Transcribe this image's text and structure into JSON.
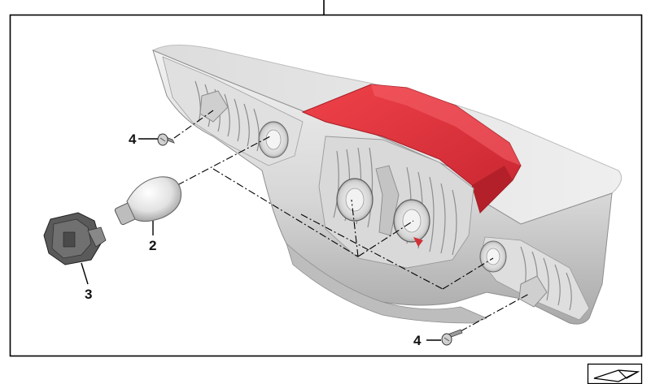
{
  "callouts": {
    "screw_upper": "4",
    "bulb": "2",
    "socket": "3",
    "screw_lower": "4"
  },
  "colors": {
    "frame": "#000000",
    "housing_light": "#ebebeb",
    "housing_mid": "#d2d2d2",
    "housing_dark": "#9e9e9e",
    "lens_red": "#e8313a",
    "lens_red_dark": "#b81e28",
    "reflector": "#c9c9c9",
    "socket_dark": "#4a4a4a"
  },
  "icons": {
    "corner_glyph": "folded-sheet-icon"
  }
}
